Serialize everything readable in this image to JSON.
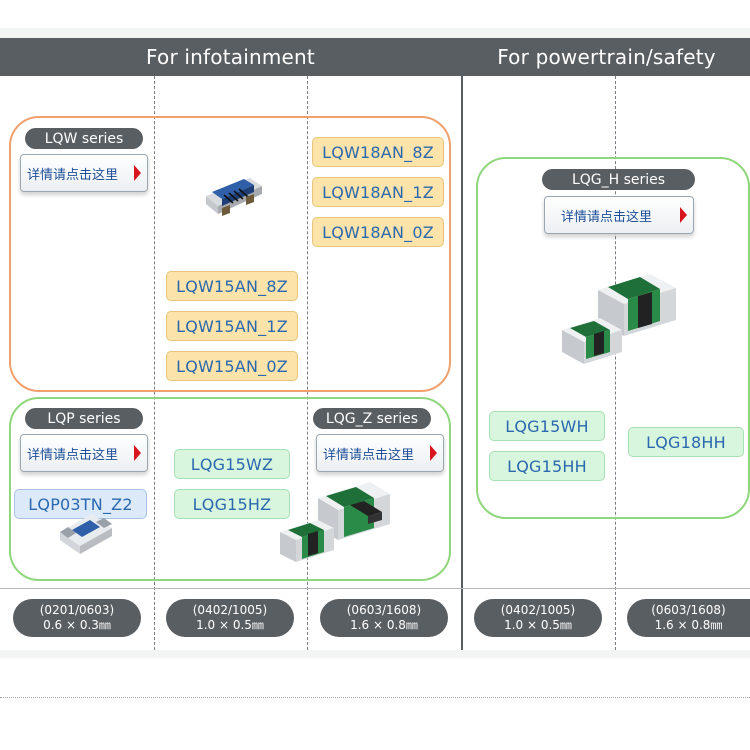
{
  "headers": {
    "infotainment": "For infotainment",
    "powertrain": "For powertrain/safety"
  },
  "series": {
    "lqw": "LQW series",
    "lqp": "LQP series",
    "lqg_z": "LQG_Z series",
    "lqg_h": "LQG_H series"
  },
  "link_label": "详情请点击这里",
  "parts": {
    "lqw18": [
      "LQW18AN_8Z",
      "LQW18AN_1Z",
      "LQW18AN_0Z"
    ],
    "lqw15": [
      "LQW15AN_8Z",
      "LQW15AN_1Z",
      "LQW15AN_0Z"
    ],
    "lqp": [
      "LQP03TN_Z2"
    ],
    "lqg15_info": [
      "LQG15WZ",
      "LQG15HZ"
    ],
    "lqg15_power": [
      "LQG15WH",
      "LQG15HH"
    ],
    "lqg18_power": [
      "LQG18HH"
    ]
  },
  "sizes": [
    {
      "code": "(0201/0603)",
      "dim": "0.6 × 0.3㎜"
    },
    {
      "code": "(0402/1005)",
      "dim": "1.0 × 0.5㎜"
    },
    {
      "code": "(0603/1608)",
      "dim": "1.6 × 0.8㎜"
    },
    {
      "code": "(0402/1005)",
      "dim": "1.0 × 0.5㎜"
    },
    {
      "code": "(0603/1608)",
      "dim": "1.6 × 0.8㎜"
    }
  ],
  "colors": {
    "header": "#595e62",
    "lqw_border": "#f0a06c",
    "lqp_border": "#8fd67c",
    "lqg_h_border": "#8fd67c",
    "link_arrow": "#d8141c",
    "part_text": "#2a68b0"
  }
}
